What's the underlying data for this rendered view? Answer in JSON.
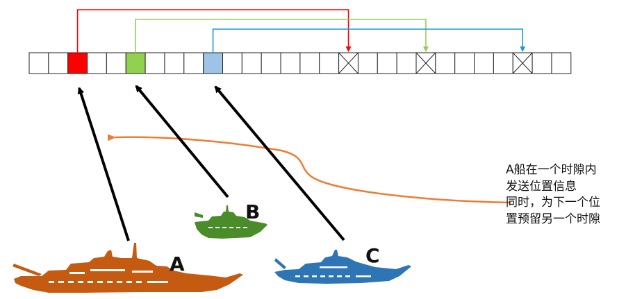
{
  "slots": {
    "count": 28,
    "highlighted": [
      {
        "index": 2,
        "color": "#ff0000"
      },
      {
        "index": 5,
        "color": "#92d050"
      },
      {
        "index": 9,
        "color": "#9dc3e6"
      }
    ],
    "reserved": [
      {
        "index": 16,
        "color": "#ff0000"
      },
      {
        "index": 20,
        "color": "#92d050"
      },
      {
        "index": 25,
        "color": "#1a9bd7"
      }
    ]
  },
  "ships": [
    {
      "id": "A",
      "label": "A",
      "color": "#c55a11",
      "target_slot": 2
    },
    {
      "id": "B",
      "label": "B",
      "color": "#4a8c2a",
      "target_slot": 5
    },
    {
      "id": "C",
      "label": "C",
      "color": "#2e75b6",
      "target_slot": 9
    }
  ],
  "annotation": {
    "lines": [
      "A船在一个时隙内",
      "发送位置信息",
      "同时，为下一个位",
      "置预留另一个时隙"
    ],
    "arrow_color": "#ed7d31"
  }
}
